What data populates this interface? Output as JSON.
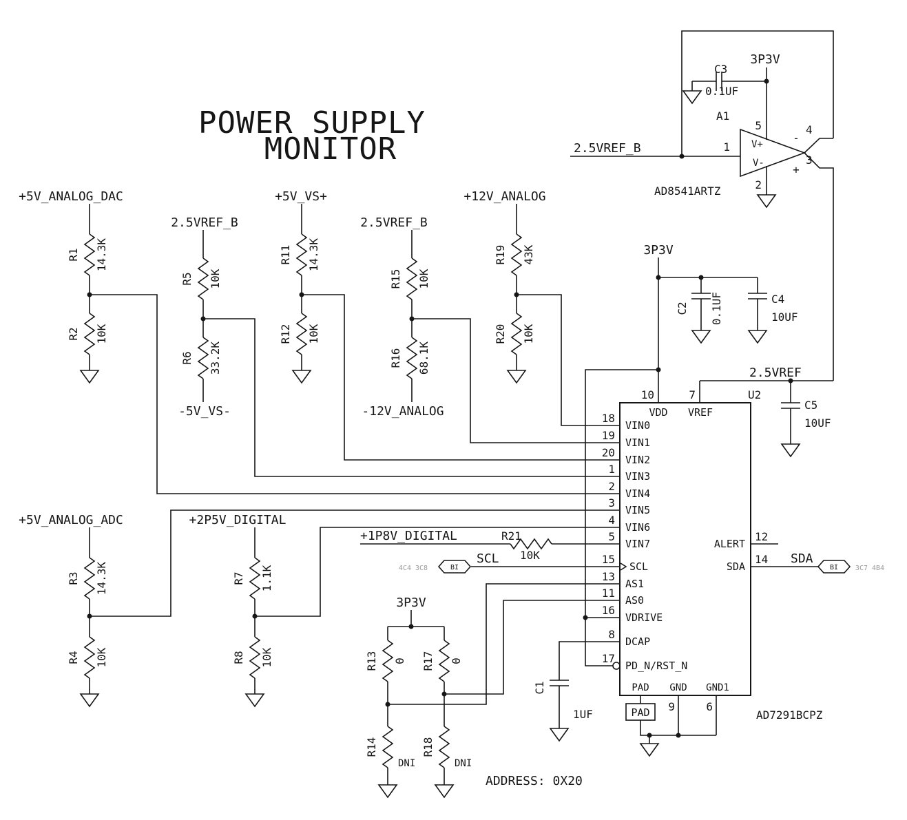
{
  "title": {
    "line1": "POWER SUPPLY",
    "line2": "MONITOR"
  },
  "notes": {
    "address": "ADDRESS: 0X20"
  },
  "opamp": {
    "ref": "A1",
    "part": "AD8541ARTZ",
    "input_net": "2.5VREF_B",
    "power_net": "3P3V",
    "label_vplus": "V+",
    "label_vminus": "V-",
    "pin1": "1",
    "pin2": "2",
    "pin3": "3",
    "pin4": "4",
    "pin5": "5",
    "sign_plus": "+",
    "sign_minus": "-",
    "c3_ref": "C3",
    "c3_val": "0.1UF"
  },
  "dividers": [
    {
      "net": "+5V_ANALOG_DAC",
      "rt": "R1",
      "rtv": "14.3K",
      "rb": "R2",
      "rbv": "10K"
    },
    {
      "net": "2.5VREF_B",
      "rt": "R5",
      "rtv": "10K",
      "rb": "R6",
      "rbv": "33.2K",
      "bot": "-5V_VS-"
    },
    {
      "net": "+5V_VS+",
      "rt": "R11",
      "rtv": "14.3K",
      "rb": "R12",
      "rbv": "10K"
    },
    {
      "net": "2.5VREF_B",
      "rt": "R15",
      "rtv": "10K",
      "rb": "R16",
      "rbv": "68.1K",
      "bot": "-12V_ANALOG"
    },
    {
      "net": "+12V_ANALOG",
      "rt": "R19",
      "rtv": "43K",
      "rb": "R20",
      "rbv": "10K"
    },
    {
      "net": "+5V_ANALOG_ADC",
      "rt": "R3",
      "rtv": "14.3K",
      "rb": "R4",
      "rbv": "10K"
    },
    {
      "net": "+2P5V_DIGITAL",
      "rt": "R7",
      "rtv": "1.1K",
      "rb": "R8",
      "rbv": "10K"
    }
  ],
  "vin7": {
    "net": "+1P8V_DIGITAL",
    "r_ref": "R21",
    "r_val": "10K"
  },
  "as_net": {
    "net": "3P3V",
    "r13": "R13",
    "r13v": "0",
    "r17": "R17",
    "r17v": "0",
    "r14": "R14",
    "r14v": "DNI",
    "r18": "R18",
    "r18v": "DNI"
  },
  "power": {
    "net_3p3v": "3P3V",
    "net_25vref": "2.5VREF",
    "c2_ref": "C2",
    "c2_val": "0.1UF",
    "c4_ref": "C4",
    "c4_val": "10UF",
    "c5_ref": "C5",
    "c5_val": "10UF",
    "c1_ref": "C1",
    "c1_val": "1UF"
  },
  "ic": {
    "ref": "U2",
    "part": "AD7291BCPZ",
    "pad_box": "PAD",
    "pins": {
      "vdd": {
        "num": "10",
        "name": "VDD"
      },
      "vref": {
        "num": "7",
        "name": "VREF"
      },
      "vin0": {
        "num": "18",
        "name": "VIN0"
      },
      "vin1": {
        "num": "19",
        "name": "VIN1"
      },
      "vin2": {
        "num": "20",
        "name": "VIN2"
      },
      "vin3": {
        "num": "1",
        "name": "VIN3"
      },
      "vin4": {
        "num": "2",
        "name": "VIN4"
      },
      "vin5": {
        "num": "3",
        "name": "VIN5"
      },
      "vin6": {
        "num": "4",
        "name": "VIN6"
      },
      "vin7": {
        "num": "5",
        "name": "VIN7"
      },
      "scl": {
        "num": "15",
        "name": "SCL"
      },
      "as1": {
        "num": "13",
        "name": "AS1"
      },
      "as0": {
        "num": "11",
        "name": "AS0"
      },
      "vdrive": {
        "num": "16",
        "name": "VDRIVE"
      },
      "dcap": {
        "num": "8",
        "name": "DCAP"
      },
      "pdn": {
        "num": "17",
        "name": "PD_N/RST_N"
      },
      "alert": {
        "num": "12",
        "name": "ALERT"
      },
      "sda": {
        "num": "14",
        "name": "SDA"
      },
      "pad": {
        "name": "PAD"
      },
      "gnd": {
        "num": "9",
        "name": "GND"
      },
      "gnd1": {
        "num": "6",
        "name": "GND1"
      }
    }
  },
  "buses": {
    "scl": {
      "label": "SCL",
      "tag": "BI",
      "xref": "4C4  3C8"
    },
    "sda": {
      "label": "SDA",
      "tag": "BI",
      "xref": "3C7  4B4"
    }
  }
}
